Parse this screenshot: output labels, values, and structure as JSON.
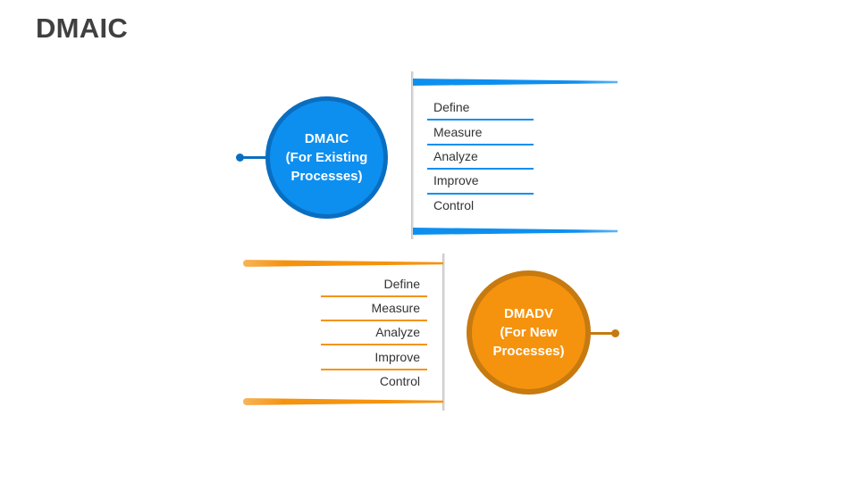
{
  "page": {
    "title": "DMAIC"
  },
  "colors": {
    "blue": "#0d8ff0",
    "blue_dark": "#0a6ec0",
    "orange": "#f5930f",
    "orange_dark": "#c67a10",
    "text": "#333333",
    "title": "#404040"
  },
  "dmaic": {
    "circle": {
      "line1": "DMAIC",
      "line2": "(For Existing",
      "line3": "Processes)"
    },
    "steps": [
      "Define",
      "Measure",
      "Analyze",
      "Improve",
      "Control"
    ]
  },
  "dmadv": {
    "circle": {
      "line1": "DMADV",
      "line2": "(For New",
      "line3": "Processes)"
    },
    "steps": [
      "Define",
      "Measure",
      "Analyze",
      "Improve",
      "Control"
    ]
  }
}
